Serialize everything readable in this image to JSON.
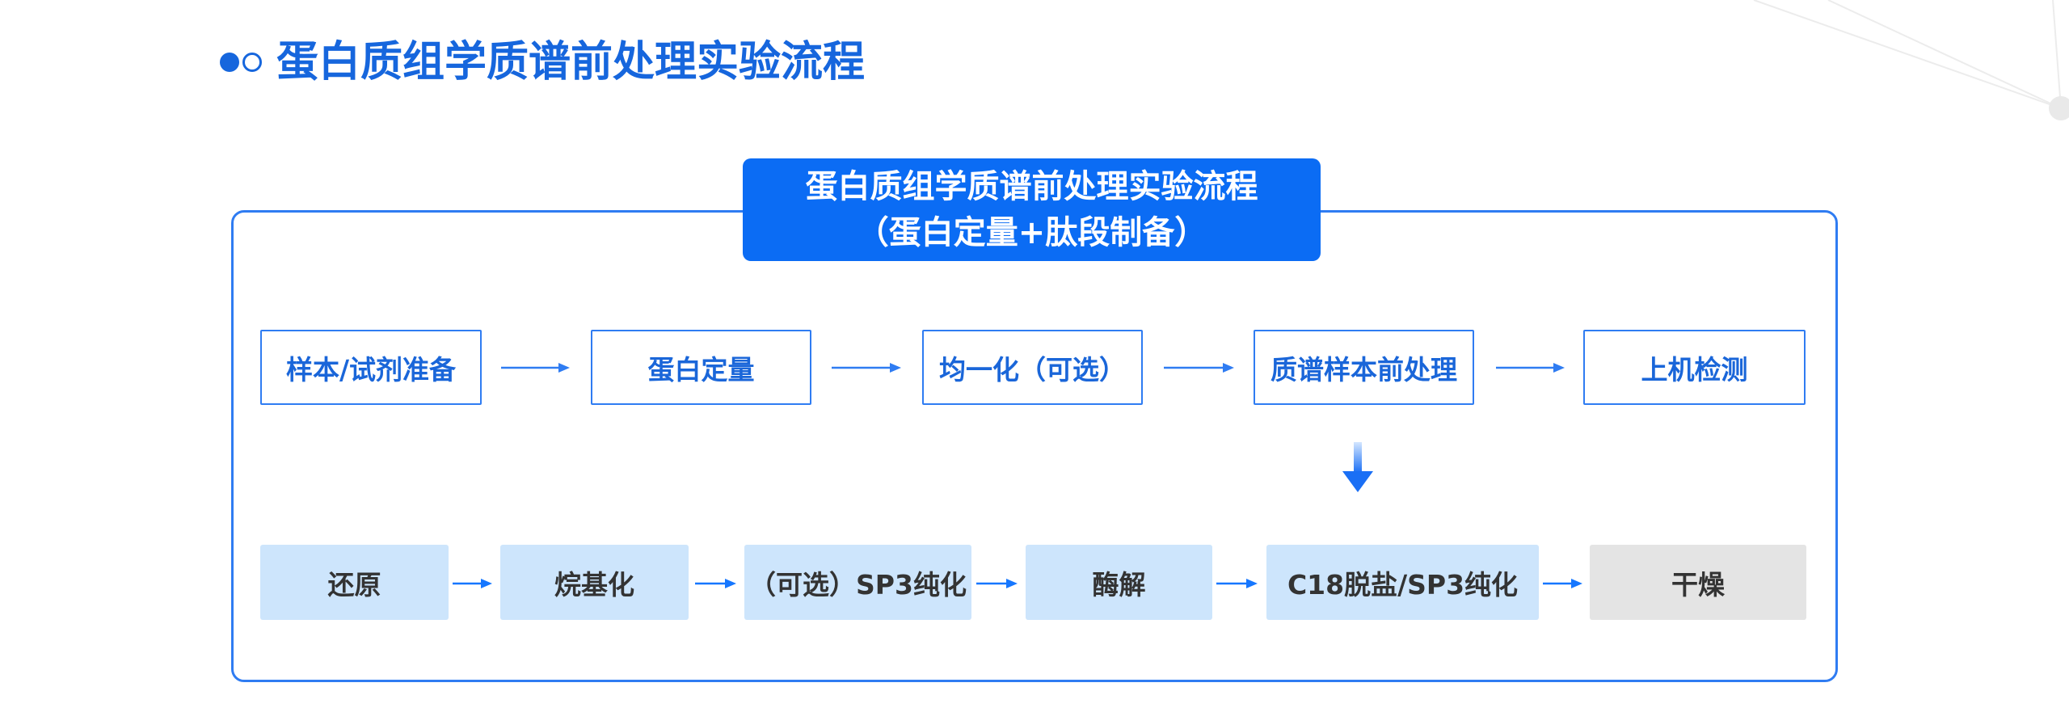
{
  "heading": {
    "title": "蛋白质组学质谱前处理实验流程",
    "icon": "double-dot-icon"
  },
  "diagram": {
    "title": {
      "line1": "蛋白质组学质谱前处理实验流程",
      "line2": "（蛋白定量+肽段制备）"
    },
    "main_steps": [
      "样本/试剂准备",
      "蛋白定量",
      "均一化（可选）",
      "质谱样本前处理",
      "上机检测"
    ],
    "sub_steps": [
      "还原",
      "烷基化",
      "（可选）SP3纯化",
      "酶解",
      "C18脱盐/SP3纯化",
      "干燥"
    ]
  },
  "icons": {
    "connector": "arrow-right-icon",
    "expand": "arrow-down-icon",
    "decoration": "network-lines-decoration"
  },
  "colors": {
    "primary": "#0b6cf4",
    "border": "#2f7cf2",
    "heading_text": "#1666dd",
    "main_step_text": "#1a66d9",
    "sub_step_fill": "#cde5fc",
    "final_step_fill": "#e4e4e4",
    "sub_step_text": "#333333"
  }
}
